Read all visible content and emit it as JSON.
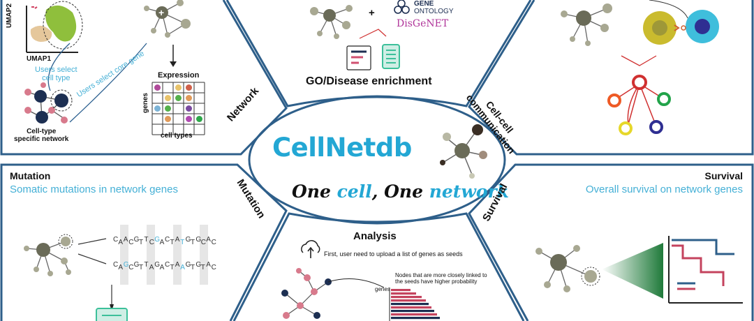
{
  "center": {
    "brand": "CellNetdb",
    "tagline_parts": [
      "One ",
      "cell",
      ", One ",
      "network"
    ],
    "colors": {
      "brand": "#23a7d4",
      "accent": "#23a7d4",
      "border": "#2e5f8a"
    }
  },
  "network_panel": {
    "title": "Network",
    "umap_x": "UMAP1",
    "umap_y": "UMAP2",
    "select_cell_type": [
      "Users select",
      "cell type"
    ],
    "select_core_gene": "Users select core gene",
    "network_label": [
      "Cell-type",
      "specific network"
    ],
    "expression_title": "Expression",
    "expression_y": "genes",
    "expression_x": "cell types"
  },
  "go_panel": {
    "title": "GO/Disease enrichment",
    "plus": "+",
    "gene_ontology": [
      "GENE",
      "ONTOLOGY"
    ],
    "disgenet": "DisGeNET"
  },
  "comm_panel": {
    "title": [
      "Cell-cell",
      "communication"
    ]
  },
  "mutation_panel": {
    "title": "Mutation",
    "subtitle": "Somatic mutations in network genes",
    "rotated_label": "Mutation",
    "seq_top": [
      "C",
      "A",
      "A",
      "C",
      "G",
      "T",
      "T",
      "C",
      "G",
      "A",
      "C",
      "T",
      "A",
      "T",
      "G",
      "T",
      "G",
      "C",
      "A",
      "C"
    ],
    "seq_bottom": [
      "C",
      "A",
      "G",
      "C",
      "G",
      "T",
      "T",
      "A",
      "G",
      "A",
      "C",
      "T",
      "A",
      "A",
      "G",
      "T",
      "G",
      "T",
      "A",
      "C"
    ]
  },
  "analysis_panel": {
    "title": "Analysis",
    "upload_text": "First, user need to upload a list of genes as seeds",
    "nodes_text": [
      "Nodes that are more closely linked to",
      "the seeds have higher probability"
    ],
    "genes_label": "genes"
  },
  "survival_panel": {
    "title": "Survival",
    "subtitle": "Overall survival on network genes",
    "rotated_label": "Survival"
  }
}
